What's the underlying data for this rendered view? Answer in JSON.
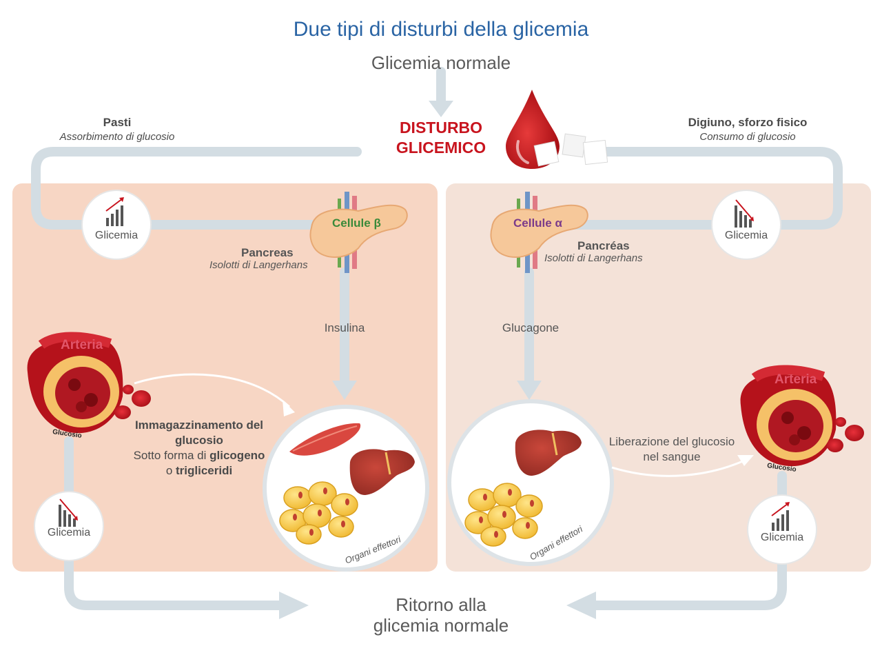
{
  "title": "Due tipi di disturbi della glicemia",
  "subtitle": "Glicemia normale",
  "disturbance": {
    "line1": "DISTURBO",
    "line2": "GLICEMICO"
  },
  "left": {
    "header": "Pasti",
    "header_sub": "Assorbimento di glucosio",
    "glicemia_top": "Glicemia",
    "cells_label": "Cellule β",
    "pancreas": "Pancreas",
    "islets": "Isolotti di  Langerhans",
    "hormone": "Insulina",
    "artery": "Arteria",
    "glucose": "Glucosio",
    "storage_bold": "Immagazzinamento del glucosio",
    "storage_text_1": "Sotto forma di ",
    "storage_bold_2": "glicogeno",
    "storage_text_2": "o ",
    "storage_bold_3": "trigliceridi",
    "organs": "Organi effettori",
    "glicemia_bottom": "Glicemia"
  },
  "right": {
    "header": "Digiuno, sforzo fisico",
    "header_sub": "Consumo di glucosio",
    "glicemia_top": "Glicemia",
    "cells_label": "Cellule α",
    "pancreas": "Pancréas",
    "islets": "Isolotti di Langerhans",
    "hormone": "Glucagone",
    "release_line1": "Liberazione del glucosio",
    "release_line2": "nel sangue",
    "artery": "Arteria",
    "glucose": "Glucosio",
    "organs": "Organi effettori",
    "glicemia_bottom": "Glicemia"
  },
  "return": {
    "line1": "Ritorno alla",
    "line2": "glicemia normale"
  },
  "colors": {
    "title": "#2a64a4",
    "disturbance": "#c8141e",
    "left_panel": "#f7d6c4",
    "right_panel": "#f4e2d8",
    "pipe": "#d3dde3",
    "artery_label": "#e2566a"
  },
  "icons": [
    "blood-drop-icon",
    "sugar-cubes-icon",
    "chart-up-icon",
    "chart-down-icon",
    "pancreas-icon",
    "artery-icon",
    "muscle-icon",
    "liver-icon",
    "fat-cells-icon"
  ]
}
